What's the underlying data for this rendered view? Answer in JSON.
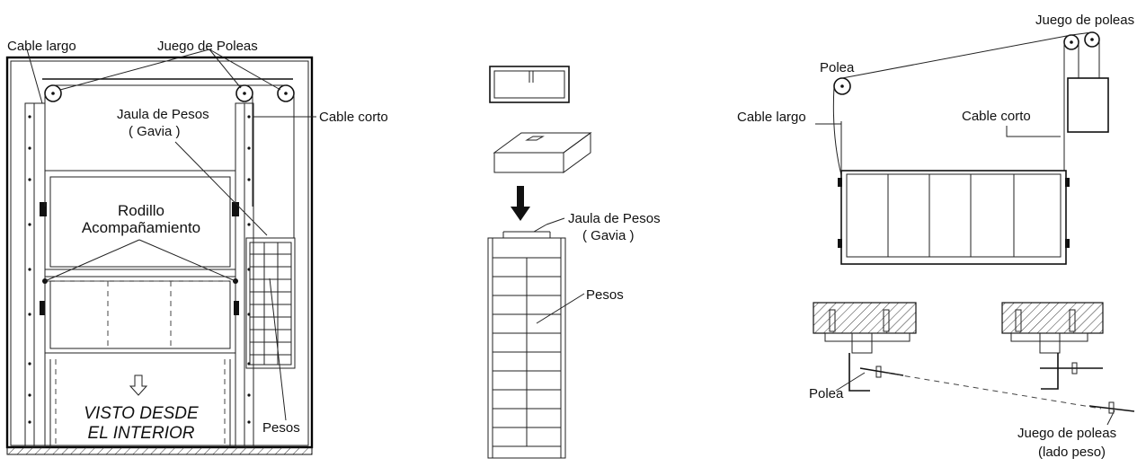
{
  "left_view": {
    "cable_largo": "Cable largo",
    "juego_de_poleas": "Juego de Poleas",
    "jaula_de_pesos": "Jaula de Pesos",
    "gavia": "( Gavia )",
    "cable_corto": "Cable corto",
    "rodillo": "Rodillo",
    "acompanamiento": "Acompañamiento",
    "visto_desde": "VISTO DESDE",
    "el_interior": "EL INTERIOR",
    "pesos": "Pesos"
  },
  "middle_view": {
    "jaula_de_pesos": "Jaula de Pesos",
    "gavia": "( Gavia )",
    "pesos": "Pesos"
  },
  "right_view": {
    "juego_de_poleas": "Juego de poleas",
    "polea": "Polea",
    "cable_largo": "Cable largo",
    "cable_corto": "Cable corto",
    "polea_bottom": "Polea",
    "juego_de_poleas_bottom": "Juego de poleas",
    "lado_peso": "(lado peso)"
  },
  "colors": {
    "line": "#111111",
    "background": "#ffffff",
    "hatch": "#333333"
  }
}
